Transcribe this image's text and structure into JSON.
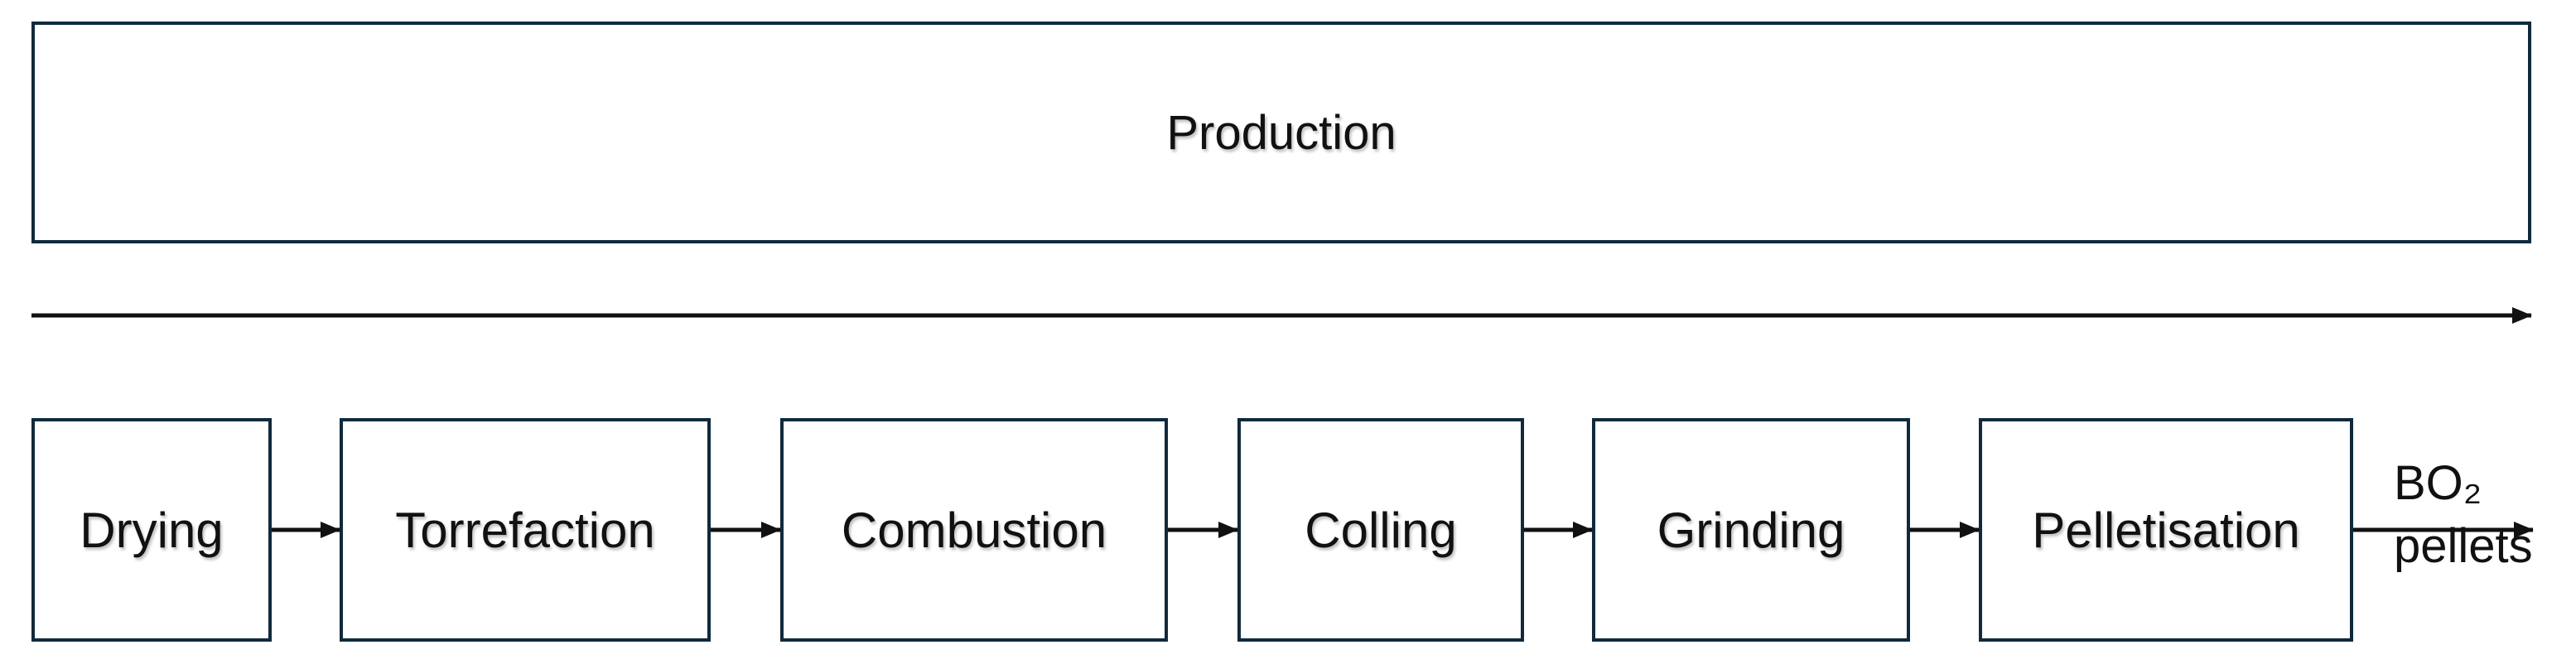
{
  "colors": {
    "border": "#0f2a3d",
    "arrow": "#111111",
    "text": "#111111"
  },
  "production": {
    "label": "Production"
  },
  "steps": [
    {
      "label": "Drying"
    },
    {
      "label": "Torrefaction"
    },
    {
      "label": "Combustion"
    },
    {
      "label": "Colling"
    },
    {
      "label": "Grinding"
    },
    {
      "label": "Pelletisation"
    }
  ],
  "output": {
    "line1": "BO₂",
    "line2": "pellets"
  }
}
